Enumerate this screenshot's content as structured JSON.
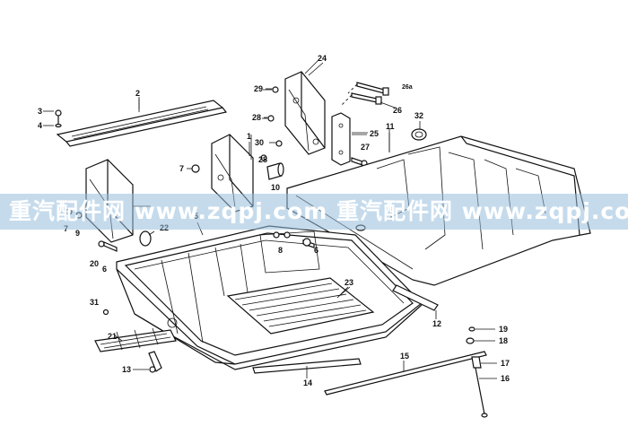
{
  "labels": {
    "l2": "2",
    "l3": "3",
    "l4": "4",
    "l24": "24",
    "l29": "29",
    "l28a": "28",
    "l28b": "28",
    "l30": "30",
    "l26a": "26a",
    "l26": "26",
    "l25": "25",
    "l32": "32",
    "l11": "11",
    "l27": "27",
    "l1": "1",
    "l7a": "7",
    "l10": "10",
    "l5": "5",
    "l7b": "7",
    "l9": "9",
    "l22": "22",
    "l20": "20",
    "l6a": "6",
    "l8": "8",
    "l6b": "6",
    "l31": "31",
    "l23": "23",
    "l12": "12",
    "l21": "21",
    "l13": "13",
    "l14": "14",
    "l15": "15",
    "l19": "19",
    "l18": "18",
    "l17": "17",
    "l16": "16"
  },
  "watermark": {
    "text": "重汽配件网  www.zqpj.com  重汽配件网  www.zqpj.com"
  }
}
